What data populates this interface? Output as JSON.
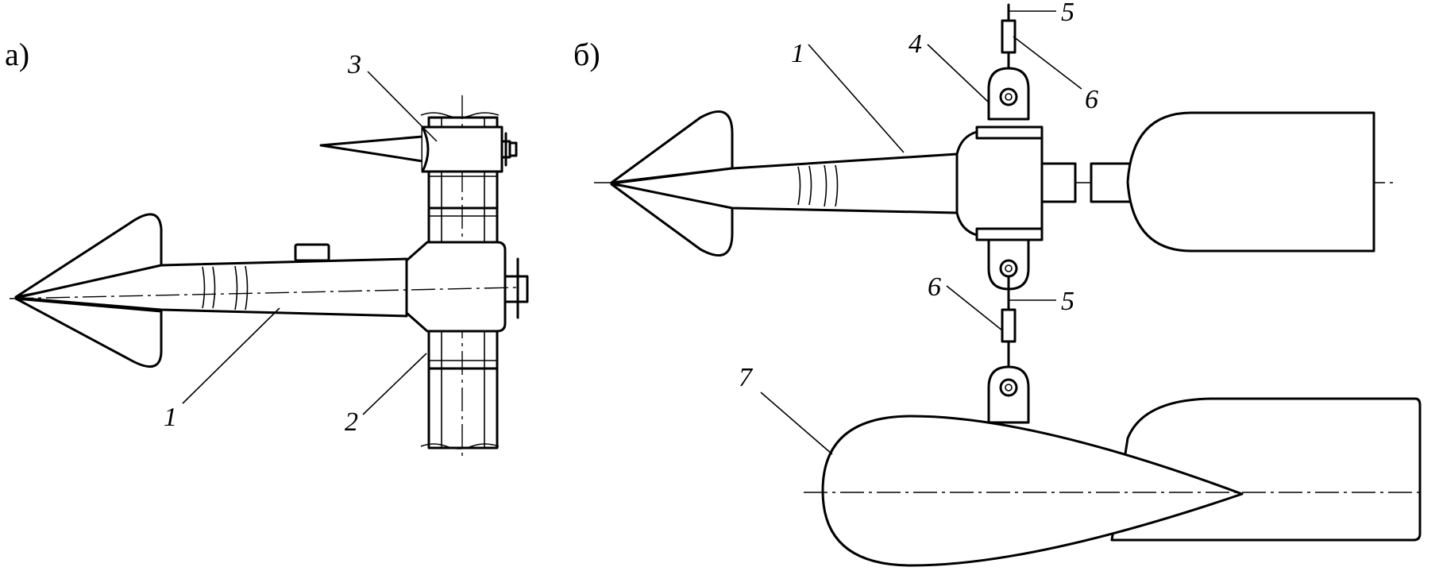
{
  "panels": {
    "a": {
      "label": "а)"
    },
    "b": {
      "label": "б)"
    }
  },
  "callouts": {
    "a1": "1",
    "a2": "2",
    "a3": "3",
    "b1": "1",
    "b4": "4",
    "b5_top": "5",
    "b6_top": "6",
    "b6_bottom": "6",
    "b5_bottom": "5",
    "b7": "7"
  }
}
